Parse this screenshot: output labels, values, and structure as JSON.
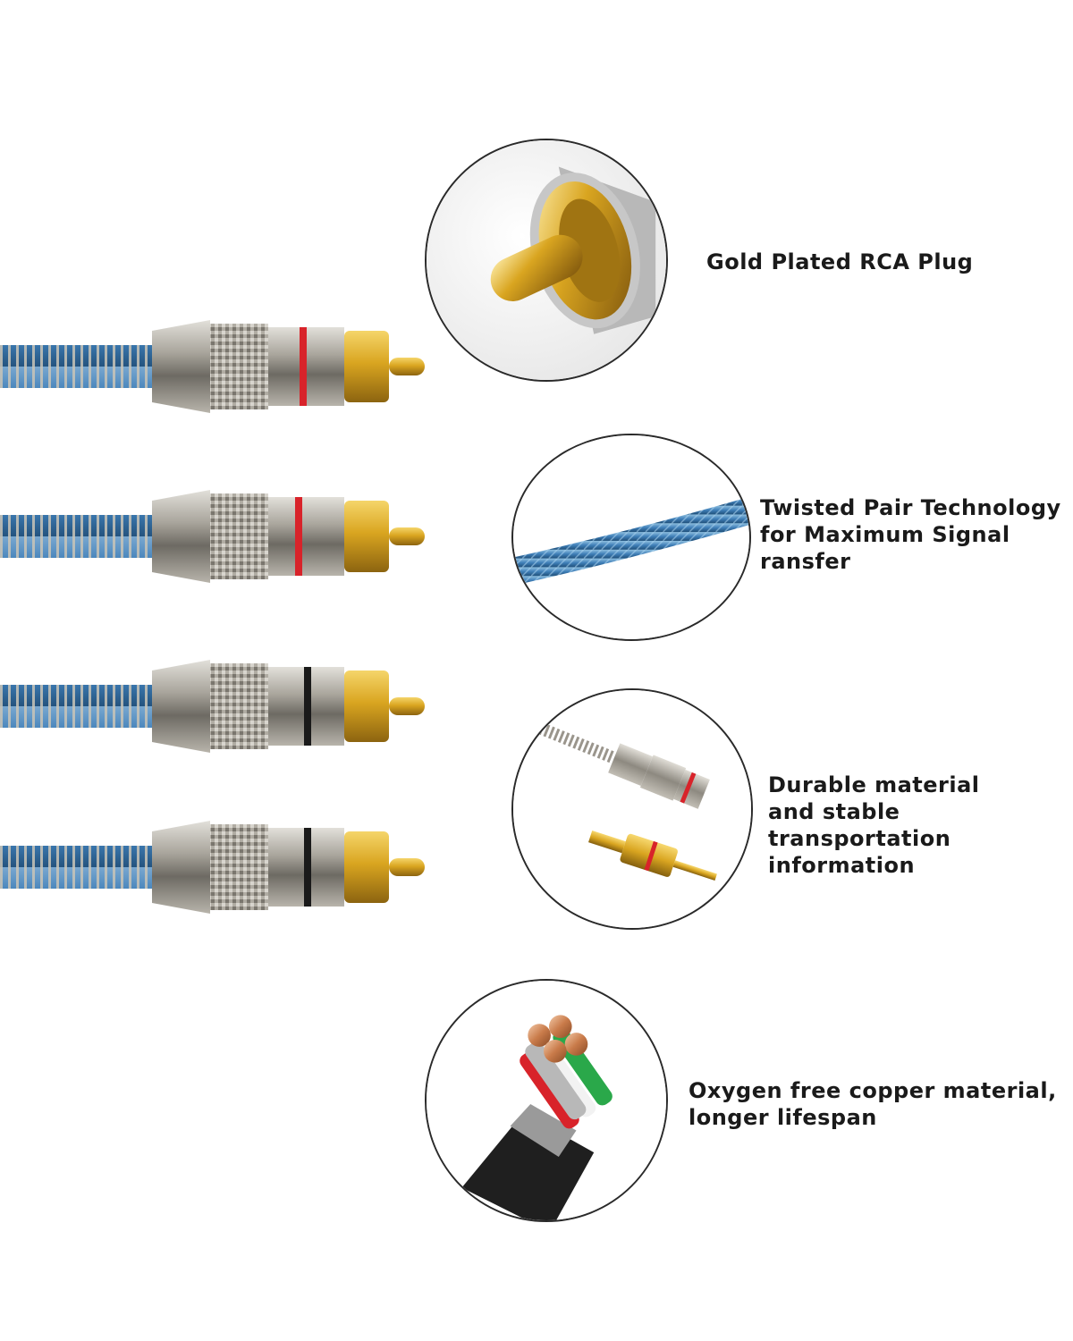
{
  "features": [
    {
      "lines": [
        "Gold Plated RCA Plug"
      ]
    },
    {
      "lines": [
        "Twisted Pair Technology",
        "for Maximum Signal",
        "ransfer"
      ]
    },
    {
      "lines": [
        "Durable material",
        "and stable",
        "transportation",
        "information"
      ]
    },
    {
      "lines": [
        "Oxygen free copper material,",
        "longer lifespan"
      ]
    }
  ],
  "plugs": [
    {
      "ring_color": "#d8232a"
    },
    {
      "ring_color": "#d8232a"
    },
    {
      "ring_color": "#1a1a1a"
    },
    {
      "ring_color": "#1a1a1a"
    }
  ],
  "colors": {
    "gold": "#d9a520",
    "cable_blue": "#3f7fb8",
    "circle_border": "#2a2a2a"
  }
}
